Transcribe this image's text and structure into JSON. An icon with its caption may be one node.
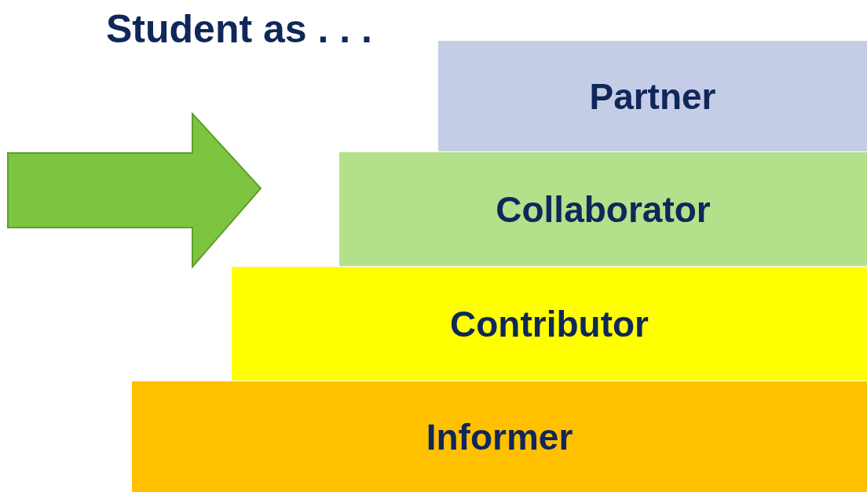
{
  "diagram": {
    "title": "Student as . . .",
    "nodes": [
      {
        "text": [
          "Partner"
        ]
      },
      {
        "text": [
          "Collaborator"
        ]
      },
      {
        "text": [
          "Contributor"
        ]
      },
      {
        "text": [
          "Informer"
        ]
      }
    ]
  }
}
